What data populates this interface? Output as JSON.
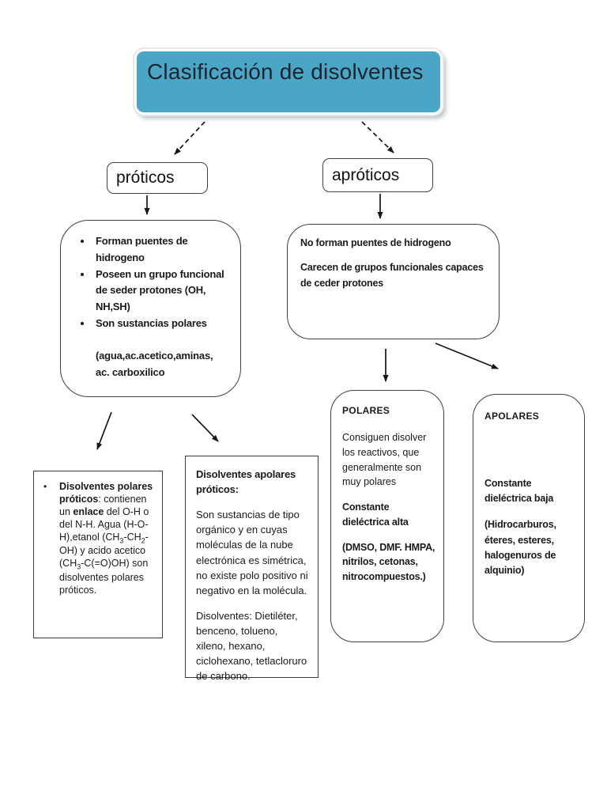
{
  "colors": {
    "title_fill": "#4BA6C6",
    "box_border": "#3F3F3F",
    "arrow": "#161616",
    "text": "#1A1A1A"
  },
  "title": {
    "text": "Clasificación de disolventes"
  },
  "branches": {
    "proticos_label": "próticos",
    "aproticos_label": "apróticos"
  },
  "proticos_box": {
    "bullets": [
      "Forman puentes de hidrogeno",
      "Poseen un grupo funcional de seder protones (OH, NH,SH)",
      "Son sustancias polares"
    ],
    "note_line1": "(agua,ac.acetico,aminas,",
    "note_line2": "ac. carboxilico"
  },
  "aproticos_box": {
    "line1": "No forman puentes de hidrogeno",
    "line2": "Carecen de grupos funcionales capaces de ceder protones"
  },
  "polar_protic_box": {
    "bullet_glyph": "•",
    "rich": [
      {
        "t": "Disolventes polares próticos",
        "b": true
      },
      {
        "t": ": contienen un "
      },
      {
        "t": "enlace",
        "b": true
      },
      {
        "t": " del O-H o del N-H. Agua (H-O-H),etanol (CH"
      },
      {
        "t": "3",
        "sub": true
      },
      {
        "t": "-CH"
      },
      {
        "t": "2",
        "sub": true
      },
      {
        "t": "-OH) y acido acetico (CH"
      },
      {
        "t": "3",
        "sub": true
      },
      {
        "t": "-C(=O)OH) son disolventes polares próticos."
      }
    ]
  },
  "apolar_protic_box": {
    "heading": "Disolventes apolares próticos:",
    "para1": "Son sustancias de tipo orgánico y en cuyas moléculas de la nube electrónica es simétrica, no existe polo positivo ni negativo en la molécula.",
    "para2": "Disolventes: Dietiléter, benceno, tolueno, xileno, hexano, ciclohexano, tetlacloruro de carbono."
  },
  "polares_box": {
    "heading": "POLARES",
    "para": "Consiguen disolver los reactivos, que generalmente son muy polares",
    "bold1": "Constante dieléctrica alta",
    "bold2": " (DMSO, DMF. HMPA, nitrilos, cetonas, nitrocompuestos.)"
  },
  "apolares_box": {
    "heading": "APOLARES",
    "bold1": "Constante dieléctrica baja",
    "bold2": "(Hidrocarburos, éteres, esteres, halogenuros de alquinio)"
  }
}
